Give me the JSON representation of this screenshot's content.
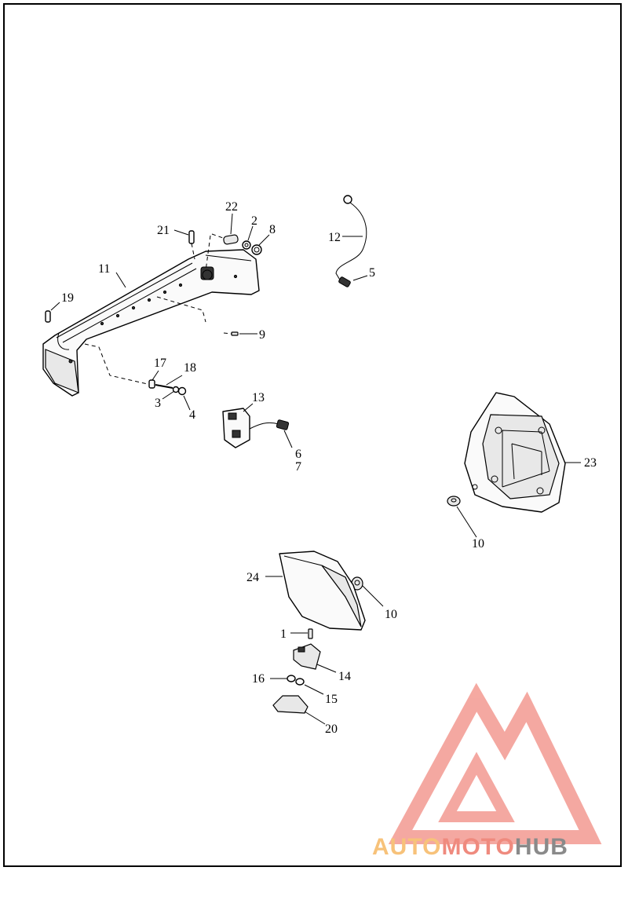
{
  "callouts": {
    "c1": "1",
    "c2": "2",
    "c3": "3",
    "c4": "4",
    "c5": "5",
    "c6": "6",
    "c7": "7",
    "c8": "8",
    "c9": "9",
    "c10a": "10",
    "c10b": "10",
    "c11": "11",
    "c12": "12",
    "c13": "13",
    "c14": "14",
    "c15": "15",
    "c16": "16",
    "c17": "17",
    "c18": "18",
    "c19": "19",
    "c20": "20",
    "c21": "21",
    "c22": "22",
    "c23": "23",
    "c24": "24"
  },
  "watermark": {
    "part1": "AUTO",
    "part2": "MOTO",
    "part3": "HUB",
    "color_light": "#f7c27a",
    "color_mid": "#ef8a7e",
    "color_dark": "#8a8a8a",
    "logo_color": "#f4a49c"
  }
}
